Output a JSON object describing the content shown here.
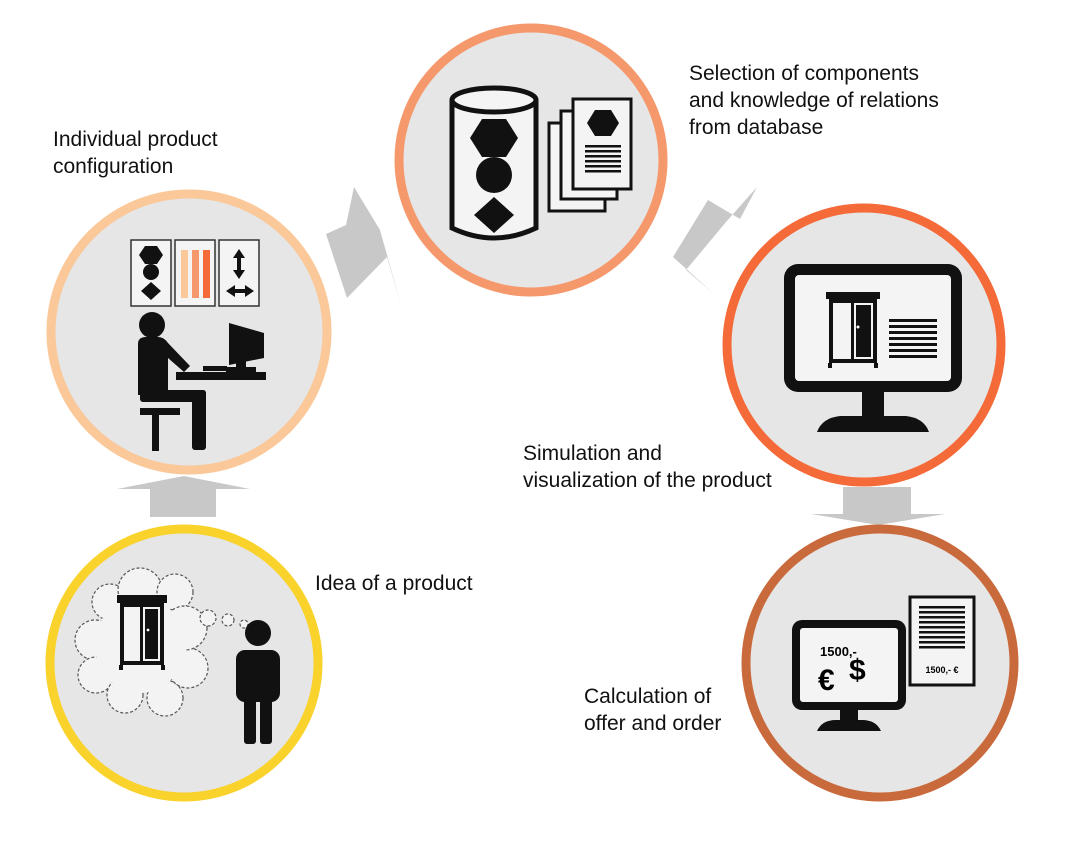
{
  "labels": {
    "idea": "Idea of a product",
    "configuration": "Individual product\nconfiguration",
    "selection": "Selection of components\nand knowledge of relations\nfrom database",
    "simulation": "Simulation and\nvisualization of the product",
    "calculation": "Calculation of\noffer and order"
  },
  "monitor_texts": {
    "price": "1500,-",
    "euro": "€",
    "dollar": "$",
    "doc_price": "1500,- €"
  },
  "colors": {
    "circle_fill": "#e6e6e6",
    "idea_ring": "#f9d22c",
    "config_ring": "#fac899",
    "selection_ring": "#f5986b",
    "simulation_ring": "#f46a38",
    "calculation_ring": "#c96a3c",
    "arrow": "#c8c8c8",
    "bar1": "#fac899",
    "bar2": "#f5986b",
    "bar3": "#f46a38"
  }
}
